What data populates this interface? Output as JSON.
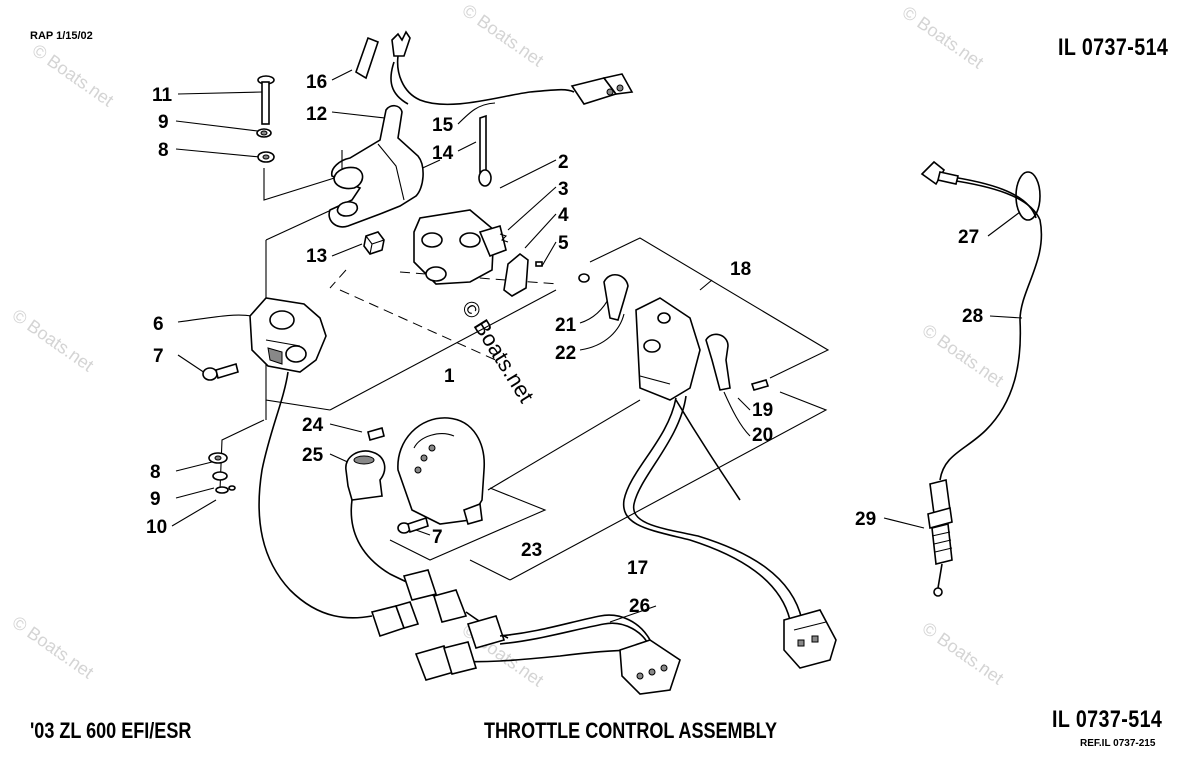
{
  "header": {
    "date_code": "RAP 1/15/02",
    "ref_top": "IL 0737-514"
  },
  "footer": {
    "model": "'03 ZL 600 EFI/ESR",
    "title": "THROTTLE CONTROL ASSEMBLY",
    "ref": "IL 0737-514",
    "ref_sub": "REF.IL 0737-215"
  },
  "watermark": {
    "text": "© Boats.net"
  },
  "callouts": {
    "c11": "11",
    "c9a": "9",
    "c8a": "8",
    "c16": "16",
    "c12": "12",
    "c15": "15",
    "c14": "14",
    "c2": "2",
    "c3": "3",
    "c4": "4",
    "c5": "5",
    "c13": "13",
    "c18": "18",
    "c6": "6",
    "c21": "21",
    "c22": "22",
    "c7a": "7",
    "c1": "1",
    "c19": "19",
    "c20": "20",
    "c24": "24",
    "c25": "25",
    "c8b": "8",
    "c9b": "9",
    "c10": "10",
    "c7b": "7",
    "c23": "23",
    "c17": "17",
    "c26": "26",
    "c27": "27",
    "c28": "28",
    "c29": "29"
  }
}
